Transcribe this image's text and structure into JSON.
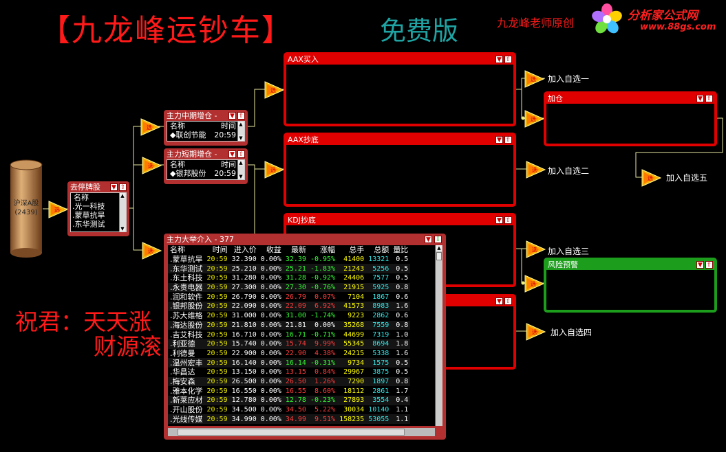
{
  "title": {
    "main": "【九龙峰运钞车】",
    "edition": "免费版",
    "author": "九龙峰老师原创"
  },
  "logo": {
    "text": "分析家公式网",
    "url": "www.88gs.com",
    "icon": "flower-logo-icon"
  },
  "wish": {
    "line1": "祝君：天天涨",
    "line2": "财源滚"
  },
  "source": {
    "label": "沪深A股",
    "count": "(2439)"
  },
  "panels": {
    "remove_st": {
      "title": "去停牌股",
      "col_name": "名称",
      "rows": [
        ".光一科技",
        ".蒙草抗旱",
        ".东华测试"
      ]
    },
    "mid_add": {
      "title": "主力中期增仓 -",
      "col_name": "名称",
      "col_time": "时间",
      "rows": [
        {
          "name": "◆联创节能",
          "time": "20:59"
        }
      ]
    },
    "short_add": {
      "title": "主力短期增仓 -",
      "col_name": "名称",
      "col_time": "时间",
      "rows": [
        {
          "name": "◆银邦股份",
          "time": "20:59"
        }
      ]
    },
    "aax_buy": {
      "title": "AAX买入"
    },
    "aax_bottom": {
      "title": "AAX抄底"
    },
    "kdj_bottom": {
      "title": "KDJ抄底"
    },
    "add_position": {
      "title": "加仓"
    },
    "risk_warning": {
      "title": "风险预警"
    }
  },
  "add_labels": {
    "self1": "加入自选一",
    "self2": "加入自选二",
    "self3": "加入自选三",
    "self4": "加入自选四",
    "self5": "加入自选五"
  },
  "table": {
    "title": "主力大举介入 - 377",
    "columns": [
      "名称",
      "时间",
      "进入价",
      "收益",
      "最新",
      "涨幅",
      "总手",
      "总额",
      "量比"
    ],
    "rows": [
      [
        ".蒙草抗旱",
        "20:59",
        "32.390",
        "0.00%",
        "32.39",
        "-0.95%",
        "41400",
        "13321",
        "0.5"
      ],
      [
        ".东华测试",
        "20:59",
        "25.210",
        "0.00%",
        "25.21",
        "-1.83%",
        "21243",
        "5256",
        "0.5"
      ],
      [
        ".东土科技",
        "20:59",
        "31.280",
        "0.00%",
        "31.28",
        "-0.92%",
        "24406",
        "7577",
        "0.5"
      ],
      [
        ".永贵电器",
        "20:59",
        "27.300",
        "0.00%",
        "27.30",
        "-0.76%",
        "21915",
        "5925",
        "0.8"
      ],
      [
        ".润和软件",
        "20:59",
        "26.790",
        "0.00%",
        "26.79",
        "0.07%",
        "7104",
        "1867",
        "0.6"
      ],
      [
        ".银邦股份",
        "20:59",
        "22.090",
        "0.00%",
        "22.09",
        "6.92%",
        "41573",
        "8983",
        "1.6"
      ],
      [
        ".苏大维格",
        "20:59",
        "31.000",
        "0.00%",
        "31.00",
        "-1.74%",
        "9223",
        "2862",
        "0.6"
      ],
      [
        ".海达股份",
        "20:59",
        "21.810",
        "0.00%",
        "21.81",
        "0.00%",
        "35268",
        "7559",
        "0.8"
      ],
      [
        ".吉艾科技",
        "20:59",
        "16.710",
        "0.00%",
        "16.71",
        "-0.71%",
        "44699",
        "7319",
        "1.0"
      ],
      [
        ".利亚德",
        "20:59",
        "15.740",
        "0.00%",
        "15.74",
        "9.99%",
        "55345",
        "8694",
        "1.8"
      ],
      [
        ".利德曼",
        "20:59",
        "22.900",
        "0.00%",
        "22.90",
        "4.38%",
        "24215",
        "5338",
        "1.6"
      ],
      [
        ".温州宏丰",
        "20:59",
        "16.140",
        "0.00%",
        "16.14",
        "-0.31%",
        "9734",
        "1575",
        "0.5"
      ],
      [
        ".华昌达",
        "20:59",
        "13.150",
        "0.00%",
        "13.15",
        "0.84%",
        "29967",
        "3875",
        "0.5"
      ],
      [
        ".梅安森",
        "20:59",
        "26.500",
        "0.00%",
        "26.50",
        "1.26%",
        "7290",
        "1897",
        "0.8"
      ],
      [
        ".雅本化学",
        "20:59",
        "16.550",
        "0.00%",
        "16.55",
        "8.60%",
        "18112",
        "2861",
        "1.7"
      ],
      [
        ".新莱应材",
        "20:59",
        "12.780",
        "0.00%",
        "12.78",
        "-0.23%",
        "27893",
        "3554",
        "0.4"
      ],
      [
        ".开山股份",
        "20:59",
        "34.500",
        "0.00%",
        "34.50",
        "5.22%",
        "30034",
        "10140",
        "1.1"
      ],
      [
        ".光线传媒",
        "20:59",
        "34.990",
        "0.00%",
        "34.99",
        "9.51%",
        "158235",
        "53055",
        "1.1"
      ]
    ]
  },
  "colors": {
    "panel_red": "#e00000",
    "panel_green": "#1c9d1c",
    "mini_border": "#b33030",
    "up": "#ff3b3b",
    "down": "#30ff30",
    "time": "#e6e600"
  }
}
